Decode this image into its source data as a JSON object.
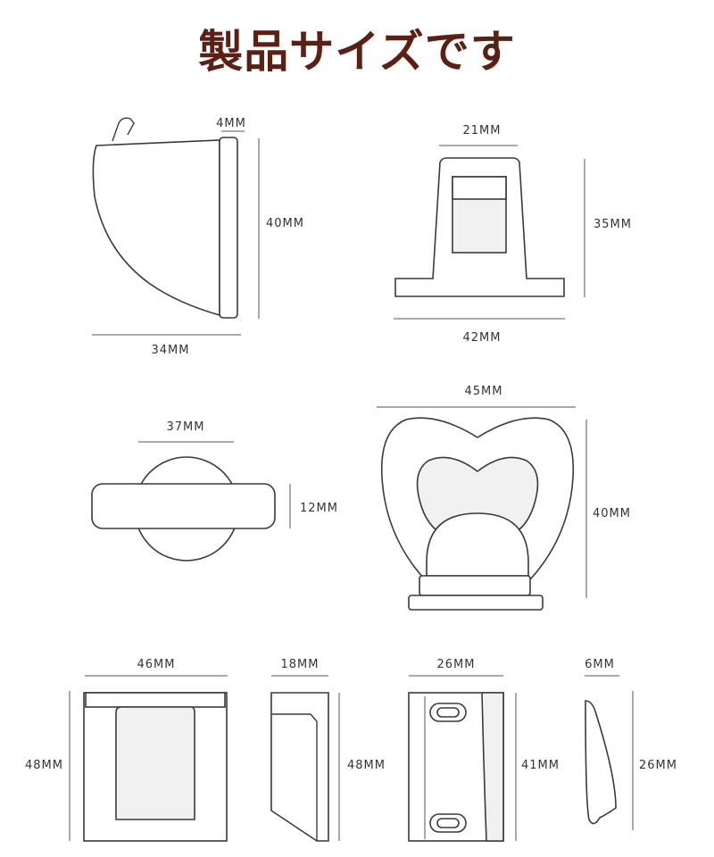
{
  "title": "製品サイズです",
  "colors": {
    "title": "#5b1f14",
    "outline": "#3a3a3a"
  },
  "products": [
    {
      "name": "quarter-round-stopper",
      "dims": {
        "thickness": "4MM",
        "height": "40MM",
        "width": "34MM"
      }
    },
    {
      "name": "bracket-stopper",
      "dims": {
        "top": "21MM",
        "height": "35MM",
        "base": "42MM"
      }
    },
    {
      "name": "round-bar-stopper",
      "dims": {
        "width": "37MM",
        "height": "12MM"
      }
    },
    {
      "name": "heart-stopper",
      "dims": {
        "width": "45MM",
        "height": "40MM"
      }
    },
    {
      "name": "wedge-stopper",
      "dims": {
        "front_width": "46MM",
        "front_height": "48MM",
        "side_depth": "18MM",
        "side_height": "48MM"
      }
    },
    {
      "name": "plate-stopper",
      "dims": {
        "front_width": "26MM",
        "front_height": "41MM",
        "side_depth": "6MM",
        "side_height": "26MM"
      }
    }
  ]
}
